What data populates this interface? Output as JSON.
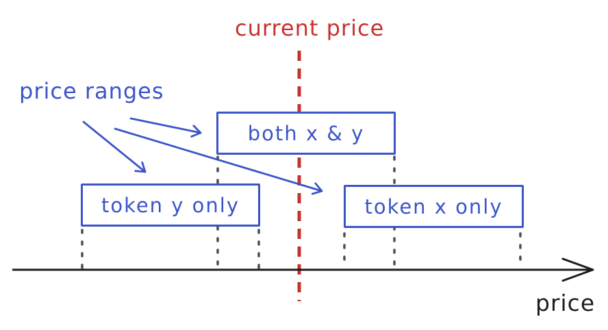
{
  "diagram": {
    "current_price_label": "current price",
    "price_ranges_label": "price ranges",
    "axis_label": "price",
    "boxes": {
      "both": {
        "label": "both x & y"
      },
      "token_y": {
        "label": "token y only"
      },
      "token_x": {
        "label": "token x only"
      }
    },
    "colors": {
      "red": "#c8322e",
      "blue": "#3b54c8",
      "gray": "#4d4d4d",
      "black": "#1c1c1c"
    }
  }
}
